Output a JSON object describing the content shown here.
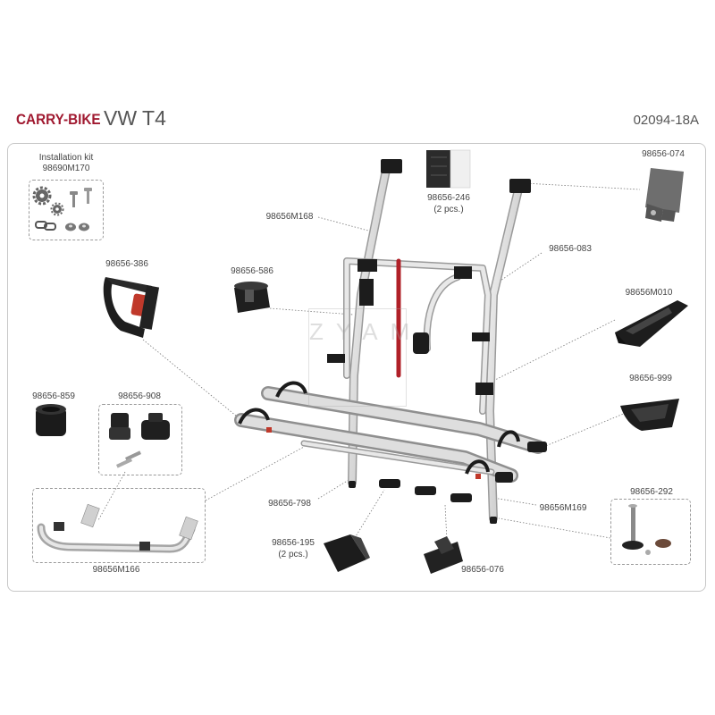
{
  "header": {
    "brand": "CARRY-BIKE",
    "model": "VW T4",
    "code": "02094-18A",
    "brand_color": "#a01930"
  },
  "parts": {
    "kit_title": "Installation kit",
    "kit_code": "98690M170",
    "p_246": "98656-246",
    "p_246_qty": "(2 pcs.)",
    "p_074": "98656-074",
    "p_M168": "98656M168",
    "p_083": "98656-083",
    "p_386": "98656-386",
    "p_586": "98656-586",
    "p_M010": "98656M010",
    "p_999": "98656-999",
    "p_859": "98656-859",
    "p_908": "98656-908",
    "p_798": "98656-798",
    "p_M169": "98656M169",
    "p_292": "98656-292",
    "p_195": "98656-195",
    "p_195_qty": "(2 pcs.)",
    "p_076": "98656-076",
    "p_M166": "98656M166"
  },
  "icons": [
    "gear-icon",
    "screw-icon",
    "nut-icon",
    "chain-link-icon"
  ],
  "watermark": "ZYAM"
}
